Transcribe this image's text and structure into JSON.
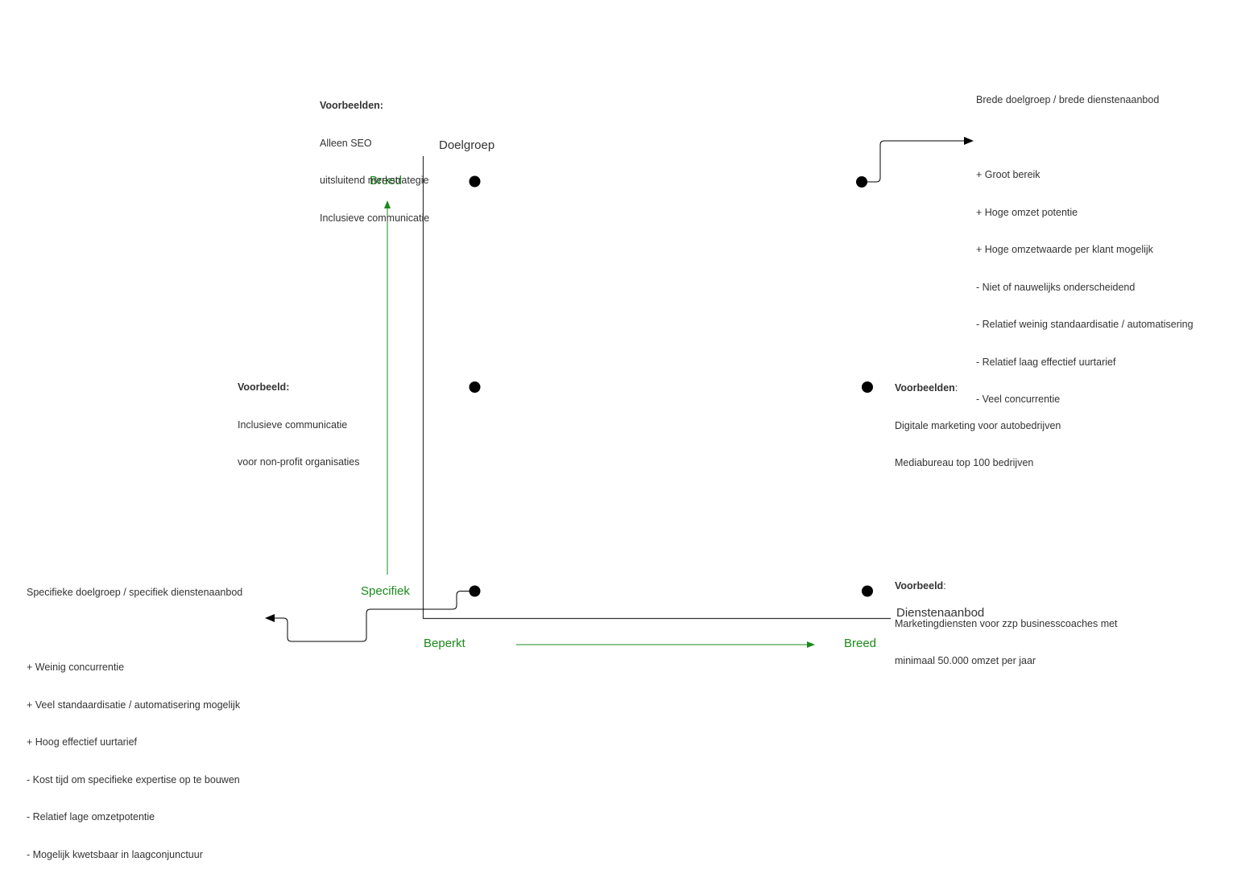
{
  "axes": {
    "y_title": "Doelgroep",
    "x_title": "Dienstenaanbod",
    "y_high": "Breed",
    "y_low": "Specifiek",
    "x_low": "Beperkt",
    "x_high": "Breed"
  },
  "colors": {
    "accent": "#1a8a1a",
    "line": "#333333",
    "dot": "#000000"
  },
  "notes": {
    "top_left": {
      "heading": "Voorbeelden:",
      "lines": [
        "Alleen SEO",
        "uitsluitend merkstrategie",
        "Inclusieve communicatie"
      ]
    },
    "mid_left": {
      "heading": "Voorbeeld:",
      "lines": [
        "Inclusieve communicatie",
        "voor non-profit organisaties"
      ]
    },
    "mid_right": {
      "heading": "Voorbeelden",
      "heading_suffix": ":",
      "lines": [
        "Digitale marketing voor autobedrijven",
        "Mediabureau top 100 bedrijven"
      ]
    },
    "bottom_right": {
      "heading": "Voorbeeld",
      "heading_suffix": ":",
      "lines": [
        "Marketingdiensten voor zzp businesscoaches met",
        "minimaal 50.000 omzet per jaar"
      ]
    },
    "top_right": {
      "title": "Brede doelgroep / brede dienstenaanbod",
      "lines": [
        "+ Groot bereik",
        "+ Hoge omzet potentie",
        "+ Hoge omzetwaarde per klant mogelijk",
        "- Niet of nauwelijks onderscheidend",
        "- Relatief weinig standaardisatie / automatisering",
        "- Relatief laag effectief uurtarief",
        "- Veel concurrentie"
      ]
    },
    "bottom_left": {
      "title": "Specifieke doelgroep / specifiek dienstenaanbod",
      "lines": [
        "+ Weinig concurrentie",
        "+ Veel standaardisatie / automatisering mogelijk",
        "+ Hoog effectief uurtarief",
        "- Kost tijd om specifieke expertise op te bouwen",
        "- Relatief lage omzetpotentie",
        "- Mogelijk kwetsbaar in laagconjunctuur"
      ]
    }
  }
}
